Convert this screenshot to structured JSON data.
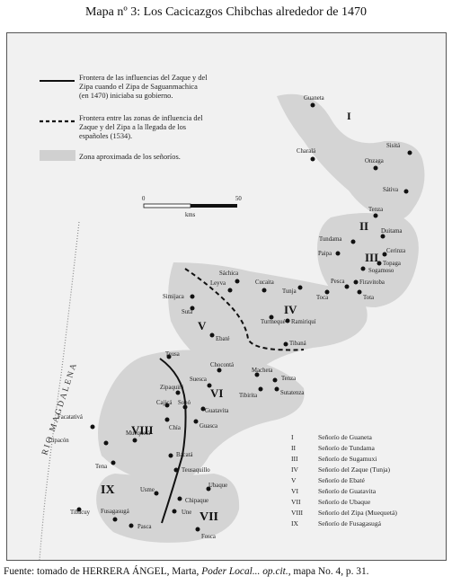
{
  "title": "Mapa nº 3: Los Cacicazgos Chibchas alrededor de 1470",
  "legend": {
    "line1": "Frontera de las influencias del Zaque y del",
    "line2": "Zipa cuando el Zipa de Saguanmachica",
    "line3": "(en 1470) iniciaba su gobierno.",
    "dash1": "Frontera entre las zonas de influencia del",
    "dash2": "Zaque y del Zipa a la llegada de los",
    "dash3": "españoles (1534).",
    "zone": "Zona aproximada de los señoríos."
  },
  "scale": {
    "min": "0",
    "max": "50",
    "unit": "kms"
  },
  "river": "RIO  MAGDALENA",
  "roman_numerals": [
    "I",
    "II",
    "III",
    "IV",
    "V",
    "VI",
    "VII",
    "VIII",
    "IX"
  ],
  "places": {
    "guaneta": "Guaneta",
    "charala": "Charalá",
    "sisita": "Sisitá",
    "onzaga": "Onzaga",
    "sativa": "Sátiva",
    "tenza_n": "Tenza",
    "duitama": "Duitama",
    "tundama": "Tundama",
    "cerinza": "Cerinza",
    "paipa": "Paipa",
    "topaga": "Topaga",
    "sogamoso": "Sogamoso",
    "firavitoba": "Firavitoba",
    "tota": "Tota",
    "sachica": "Sáchica",
    "leyva": "Leyva",
    "cucaita": "Cucaita",
    "tunja": "Tunja",
    "toca": "Toca",
    "pesca": "Pesca",
    "simijaca": "Simijaca",
    "suta": "Suta",
    "turmeque": "Turmequé",
    "ramiriqui": "Ramiriquí",
    "ebate": "Ebaté",
    "tibana": "Tibaná",
    "teusa": "Teusa",
    "chocontá": "Chocontá",
    "machetá": "Macheta",
    "tenza": "Tenza",
    "suesca": "Suesca",
    "tibirita": "Tibirita",
    "sutatenza": "Sutatenza",
    "zipaquira": "Zipaquirá",
    "cajica": "Cajicá",
    "sopo": "Sopó",
    "guatavita": "Guatavita",
    "chia": "Chía",
    "guasca": "Guasca",
    "facatativa": "Facatativá",
    "cipacon": "Cipacón",
    "muequeta": "Muequetá",
    "tena": "Tena",
    "bacata": "Bacatá",
    "tenasuca": "Teusaquillo",
    "usme": "Usme",
    "ubaque": "Ubaque",
    "chipaque": "Chipaque",
    "une": "Une",
    "tibacuy": "Tibacuy",
    "fusagasuga": "Fusagasugá",
    "pasca": "Pasca",
    "fosca": "Fosca"
  },
  "key": [
    {
      "num": "I",
      "label": "Señorío de Guaneta"
    },
    {
      "num": "II",
      "label": "Señorío de Tundama"
    },
    {
      "num": "III",
      "label": "Señorío de Sugamuxi"
    },
    {
      "num": "IV",
      "label": "Señorío del Zaque (Tunja)"
    },
    {
      "num": "V",
      "label": "Señorío de Ebaté"
    },
    {
      "num": "VI",
      "label": "Señorío de Guatavita"
    },
    {
      "num": "VII",
      "label": "Señorío de Ubaque"
    },
    {
      "num": "VIII",
      "label": "Señorío del Zipa (Muequetá)"
    },
    {
      "num": "IX",
      "label": "Señorío de Fusagasugá"
    }
  ],
  "source": {
    "prefix": "Fuente: tomado de HERRERA ÁNGEL, Marta, ",
    "italic": "Poder Local... op.cit.",
    "suffix": ", mapa No. 4, p. 31."
  },
  "colors": {
    "zone": "#d2d2d2",
    "map_bg": "#f1f1f1",
    "ink": "#111111"
  }
}
